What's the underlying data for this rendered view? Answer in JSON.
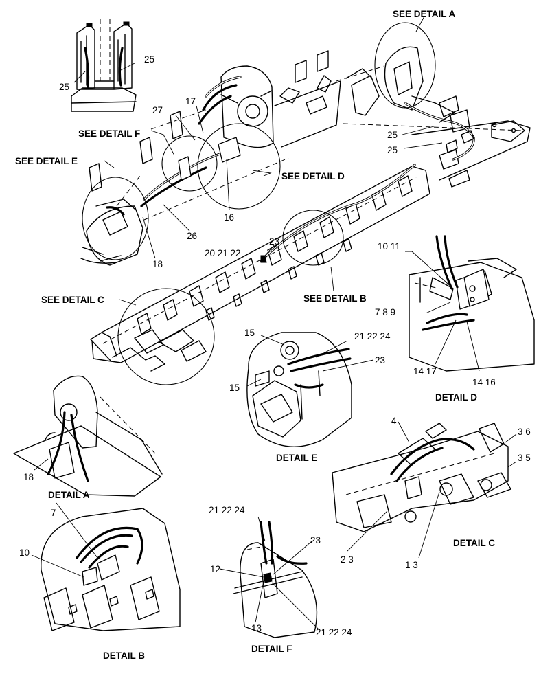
{
  "see_details": {
    "a": "SEE DETAIL  A",
    "b": "SEE DETAIL  B",
    "c": "SEE DETAIL  C",
    "d": "SEE DETAIL  D",
    "e": "SEE DETAIL  E",
    "f": "SEE DETAIL  F"
  },
  "detail_captions": {
    "a": "DETAIL  A",
    "b": "DETAIL  B",
    "c": "DETAIL  C",
    "d": "DETAIL  D",
    "e": "DETAIL  E",
    "f": "DETAIL  F"
  },
  "callouts": {
    "c25_top_right": "25",
    "c25_top_left": "25",
    "c25_a": "25",
    "c25_b": "25",
    "c27": "27",
    "c17": "17",
    "c16": "16",
    "c26": "26",
    "c18_main": "18",
    "c20_21_22": "20  21  22",
    "c23_main": "23",
    "c10_11": "10   11",
    "c7_8_9": "7  8  9",
    "c14_17": "14   17",
    "c14_16": "14   16",
    "c15_top": "15",
    "c15_bottom": "15",
    "c21_22_24_e": "21  22  24",
    "c23_e": "23",
    "c4": "4",
    "c3_6": "3   6",
    "c3_5": "3   5",
    "c18_a": "18",
    "c7_b": "7",
    "c10_b": "10",
    "c21_22_24_f_top": "21   22   24",
    "c23_f": "23",
    "c12": "12",
    "c13": "13",
    "c21_22_24_f_bottom": "21  22  24",
    "c2_3": "2   3",
    "c1_3": "1   3"
  },
  "colors": {
    "ink": "#000000",
    "paper": "#ffffff"
  }
}
